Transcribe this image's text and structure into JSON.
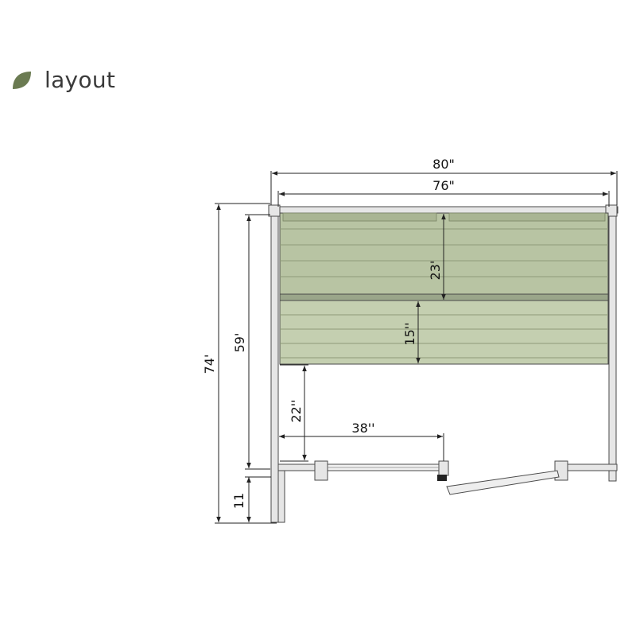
{
  "heading": {
    "title": "layout",
    "icon": "leaf-icon",
    "accent_color": "#6b7b52"
  },
  "colors": {
    "bench": "#b8c4a3",
    "bench_line": "#8e9a78",
    "wall": "#e6e6e6",
    "line": "#4a4a4a"
  },
  "dimensions": {
    "outer_width": "80\"",
    "inner_width": "76\"",
    "upper_bench_depth": "23'",
    "lower_bench_depth": "15''",
    "clearance_height": "22''",
    "door_offset": "38''",
    "outer_height": "74'",
    "interior_height": "59'",
    "entry_depth": "11"
  }
}
